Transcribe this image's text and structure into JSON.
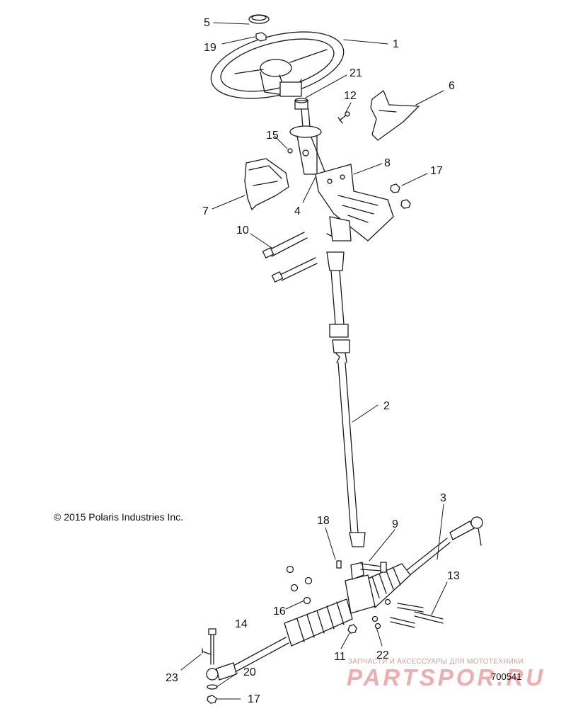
{
  "callouts": [
    {
      "id": "1",
      "label": "1"
    },
    {
      "id": "2",
      "label": "2"
    },
    {
      "id": "3",
      "label": "3"
    },
    {
      "id": "4",
      "label": "4"
    },
    {
      "id": "5",
      "label": "5"
    },
    {
      "id": "6",
      "label": "6"
    },
    {
      "id": "7",
      "label": "7"
    },
    {
      "id": "8",
      "label": "8"
    },
    {
      "id": "9",
      "label": "9"
    },
    {
      "id": "10",
      "label": "10"
    },
    {
      "id": "11",
      "label": "11"
    },
    {
      "id": "12",
      "label": "12"
    },
    {
      "id": "13",
      "label": "13"
    },
    {
      "id": "14",
      "label": "14"
    },
    {
      "id": "15",
      "label": "15"
    },
    {
      "id": "16",
      "label": "16"
    },
    {
      "id": "17a",
      "label": "17"
    },
    {
      "id": "17b",
      "label": "17"
    },
    {
      "id": "18",
      "label": "18"
    },
    {
      "id": "19",
      "label": "19"
    },
    {
      "id": "20",
      "label": "20"
    },
    {
      "id": "21",
      "label": "21"
    },
    {
      "id": "22",
      "label": "22"
    },
    {
      "id": "23",
      "label": "23"
    }
  ],
  "copyright": "© 2015 Polaris Industries Inc.",
  "figure_number": "700541",
  "watermark": {
    "tagline": "ЗАПЧАСТИ И АКСЕССУАРЫ ДЛЯ МОТОТЕХНИКИ",
    "brand": "PARTSPOR.RU"
  },
  "colors": {
    "line": "#1a1a1a",
    "watermark": "#d62828"
  }
}
